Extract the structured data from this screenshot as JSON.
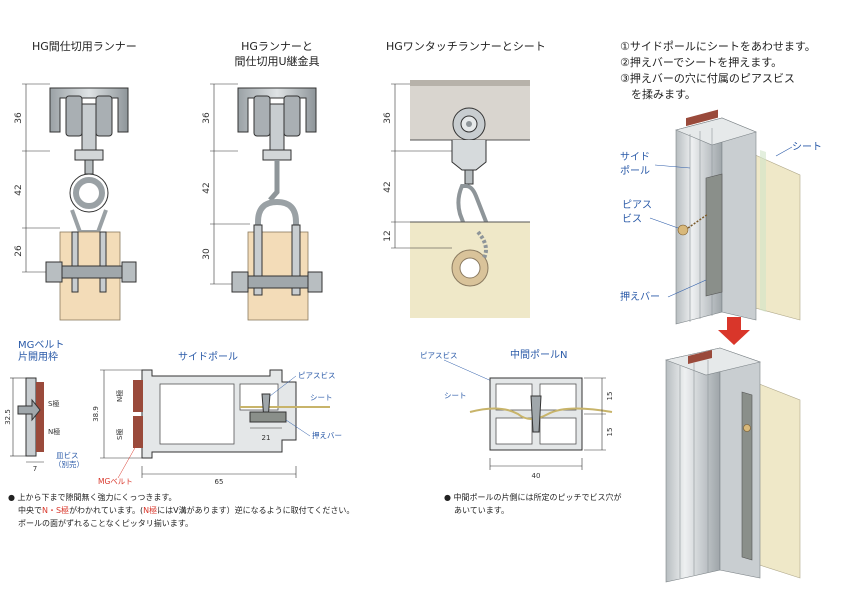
{
  "titles": {
    "runner": "HG間仕切用ランナー",
    "runner_u_line1": "HGランナーと",
    "runner_u_line2": "間仕切用U継金具",
    "onetouch": "HGワンタッチランナーとシート"
  },
  "dims": {
    "runner": [
      "36",
      "42",
      "26"
    ],
    "runner_u": [
      "36",
      "42",
      "30"
    ],
    "onetouch": [
      "36",
      "42",
      "12"
    ]
  },
  "steps": [
    "①サイドポールにシートをあわせます。",
    "②押えバーでシートを押えます。",
    "③押えバーの穴に付属のピアスビス",
    "　を揉みます。"
  ],
  "iso_labels": {
    "side_pole_line1": "サイド",
    "side_pole_line2": "ポール",
    "sheet": "シート",
    "pierce_line1": "ピアス",
    "pierce_line2": "ビス",
    "bar": "押えバー"
  },
  "section_left": {
    "mg_belt_line1": "MGベルト",
    "mg_belt_line2": "片開用枠",
    "side_pole": "サイドポール",
    "pierce": "ピアスビス",
    "sheet": "シート",
    "bar": "押えバー",
    "n_pole": "N極",
    "s_pole": "S極",
    "dim_325": "32.5",
    "dim_389": "38.9",
    "dim_7": "7",
    "dim_21": "21",
    "dim_65": "65",
    "screw_line1": "皿ビス",
    "screw_line2": "（別売）",
    "mg_belt": "MGベルト"
  },
  "section_mid": {
    "pierce": "ピアスビス",
    "middle_pole": "中間ポールN",
    "sheet": "シート",
    "dim_15a": "15",
    "dim_15b": "15",
    "dim_40": "40"
  },
  "notes_left": {
    "line1": "● 上から下まで隙間無く強力にくっつきます。",
    "line2a": "中央で",
    "line2b": "N・S極",
    "line2c": "がわかれています。(",
    "line2d": "N極",
    "line2e": "にはV溝があります）逆になるように取付てください。",
    "line3": "ポールの面がずれることなくピッタリ揃います。"
  },
  "notes_mid": {
    "line1": "● 中間ポールの片側には所定のピッチでビス穴が",
    "line2": "あいています。"
  },
  "colors": {
    "accent_red": "#d9362a",
    "label_blue": "#2a5aa8",
    "metal": "#c4c9cc",
    "panel_wood": "#f3dcb8",
    "sheet": "#ece4bf",
    "brown_belt": "#9a4a3b"
  }
}
